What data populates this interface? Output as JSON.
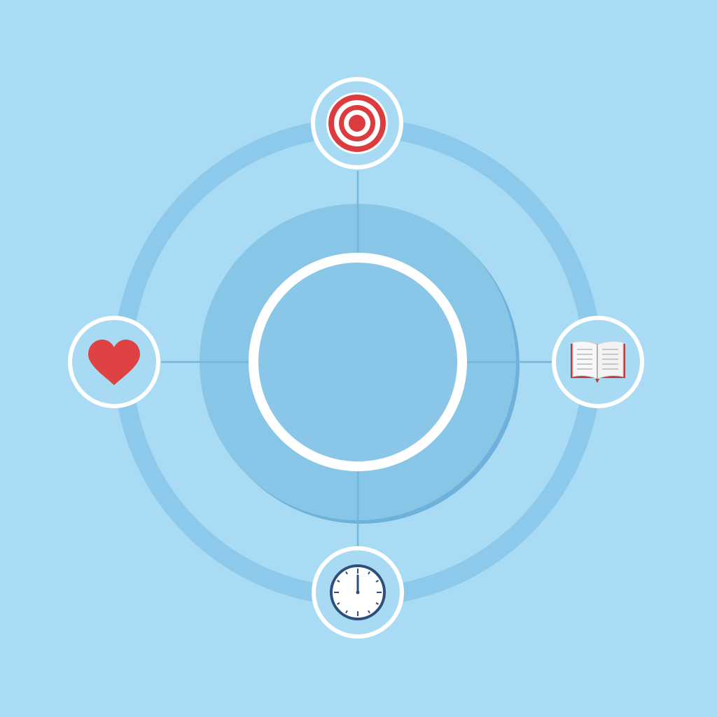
{
  "diagram": {
    "center": {
      "label": ""
    },
    "nodes": [
      {
        "id": "top",
        "icon": "target-icon",
        "label": ""
      },
      {
        "id": "right",
        "icon": "open-book-icon",
        "label": ""
      },
      {
        "id": "bottom",
        "icon": "clock-icon",
        "label": ""
      },
      {
        "id": "left",
        "icon": "heart-icon",
        "label": ""
      }
    ]
  },
  "colors": {
    "background": "#a9dcf4",
    "outer_ring": "#8cc9ea",
    "inner_ring_band": "#a7dbf3",
    "inner_disc": "#88c6e8",
    "inner_disc_shadow": "#6eb2dc",
    "center_circle_fill": "#89c6e8",
    "center_circle_stroke": "#ffffff",
    "connector_line": "#72b6de",
    "node_fill": "#a8dbf3",
    "node_stroke": "#ffffff",
    "target_red": "#dc3b40",
    "heart_red": "#df4242",
    "book_page": "#f7f7f7",
    "book_cover": "#c9383c",
    "clock_rim": "#2d4f7a",
    "clock_face": "#ffffff"
  }
}
